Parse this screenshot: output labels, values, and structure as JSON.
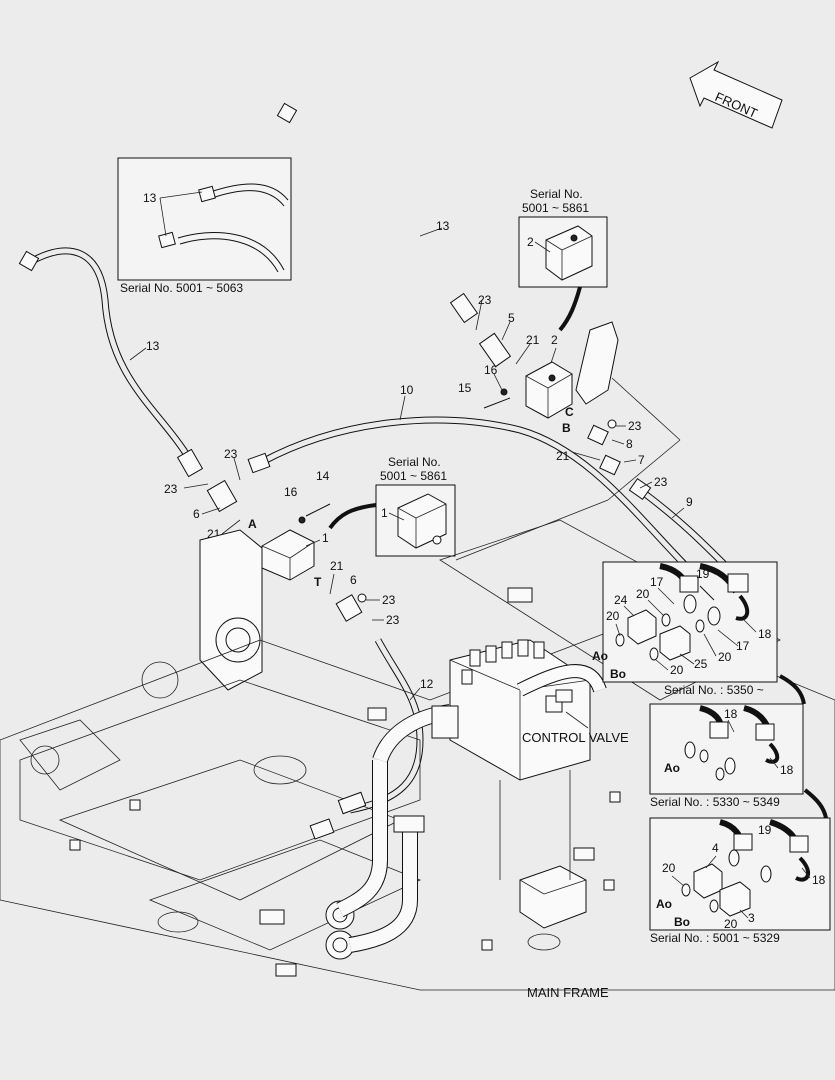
{
  "front_label": "FRONT",
  "main_label": "MAIN FRAME",
  "control_valve_label": "CONTROL VALVE",
  "insets": {
    "top_left_serial": "Serial No. 5001 ~ 5063",
    "valve2_serial_title": "Serial No.",
    "valve2_serial_range": "5001 ~ 5861",
    "valve1_serial_title": "Serial No.",
    "valve1_serial_range": "5001 ~ 5861",
    "right1_serial": "Serial No. : 5350 ~",
    "right2_serial": "Serial No. : 5330 ~ 5349",
    "right3_serial": "Serial No. : 5001 ~ 5329"
  },
  "port_labels": {
    "A": "A",
    "T": "T",
    "B": "B",
    "C": "C",
    "Ao1": "Ao",
    "Bo1": "Bo",
    "Ao2": "Ao",
    "Ao3": "Ao",
    "Bo3": "Bo"
  },
  "callouts": {
    "c13_inset": "13",
    "c13_top": "13",
    "c13_left": "13",
    "c23_a": "23",
    "c5": "5",
    "c21_a": "21",
    "c2_a": "2",
    "c2_b": "2",
    "c16_a": "16",
    "c15": "15",
    "c23_b": "23",
    "c8": "8",
    "c21_b": "21",
    "c7": "7",
    "c23_c": "23",
    "c9": "9",
    "c10": "10",
    "c23_d": "23",
    "c23_e": "23",
    "c14": "14",
    "c16_b": "16",
    "c6_a": "6",
    "c21_c": "21",
    "c1_a": "1",
    "c1_b": "1",
    "c21_d": "21",
    "c6_b": "6",
    "c23_f": "23",
    "c23_g": "23",
    "c12": "12",
    "r1_17a": "17",
    "r1_19": "19",
    "r1_24": "24",
    "r1_20a": "20",
    "r1_20b": "20",
    "r1_18": "18",
    "r1_17b": "17",
    "r1_20c": "20",
    "r1_25": "25",
    "r1_20d": "20",
    "r2_18a": "18",
    "r2_18b": "18",
    "r3_4": "4",
    "r3_19": "19",
    "r3_20a": "20",
    "r3_18": "18",
    "r3_20b": "20",
    "r3_3": "3"
  }
}
